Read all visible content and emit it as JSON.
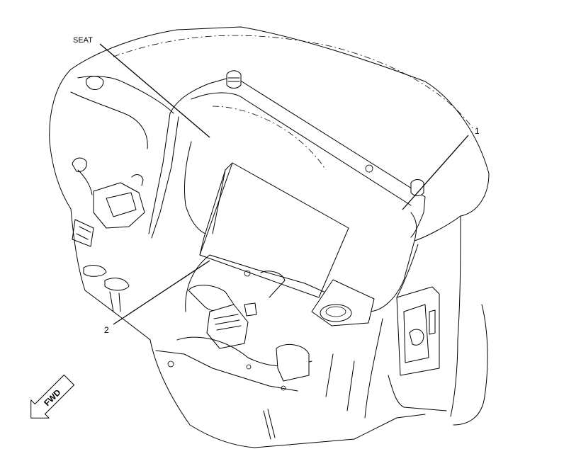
{
  "diagram": {
    "callouts": [
      {
        "id": "seat",
        "text": "SEAT"
      },
      {
        "id": "1",
        "text": "1"
      },
      {
        "id": "2",
        "text": "2"
      }
    ],
    "direction_arrow": {
      "text": "FWD",
      "icon": "forward-arrow-icon"
    }
  }
}
